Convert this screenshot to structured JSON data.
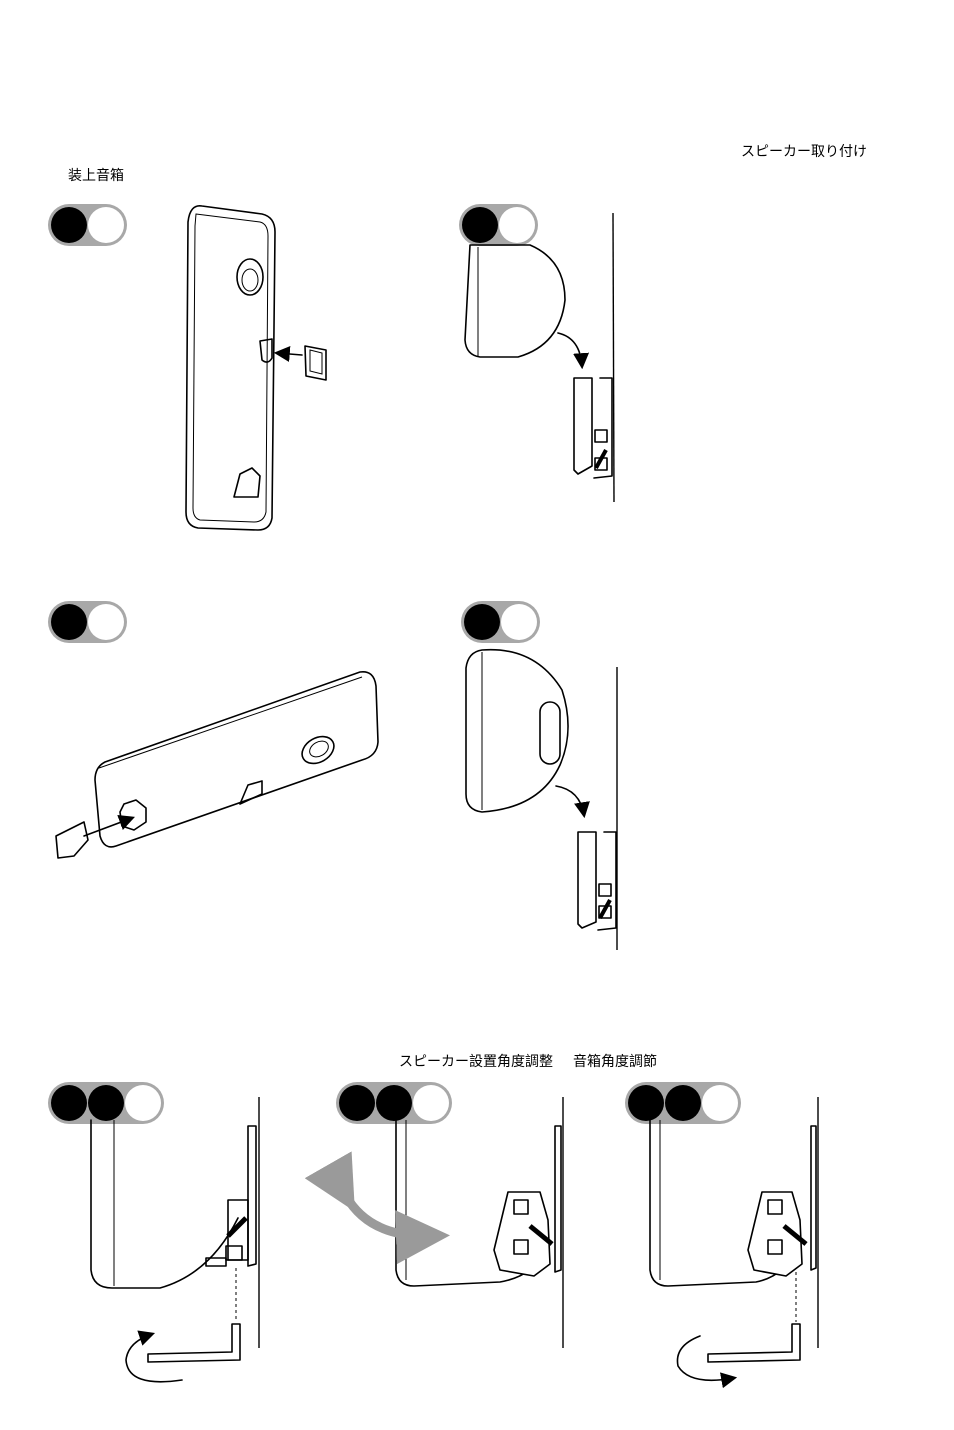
{
  "headings": {
    "mount_jp": "スピーカー取り付け",
    "mount_zh": "装上音箱"
  },
  "adjust": {
    "label_jp": "スピーカー設置角度調整",
    "label_zh": "音箱角度調節"
  },
  "steps": [
    {
      "id": "step-1",
      "filled": 1,
      "total": 2
    },
    {
      "id": "step-2",
      "filled": 1,
      "total": 2
    },
    {
      "id": "step-3",
      "filled": 1,
      "total": 2
    },
    {
      "id": "step-4",
      "filled": 1,
      "total": 2
    },
    {
      "id": "step-5",
      "filled": 2,
      "total": 3
    },
    {
      "id": "step-6",
      "filled": 2,
      "total": 3
    },
    {
      "id": "step-7",
      "filled": 2,
      "total": 3
    }
  ],
  "colors": {
    "filled_dot": "#000000",
    "empty_dot": "#ffffff",
    "pill_bg": "#a8a8a8",
    "curved_arrow": "#9a9a9a"
  }
}
